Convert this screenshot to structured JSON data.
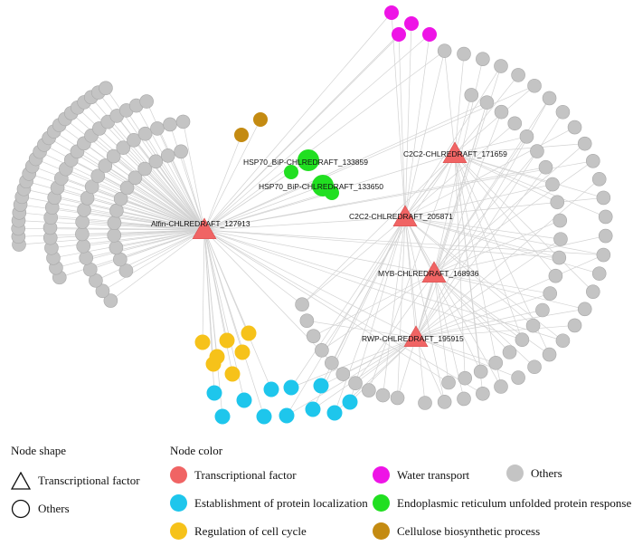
{
  "colors": {
    "edge": "#d2d2d2",
    "others": "#c4c4c4",
    "others_stroke": "#a8a8a8",
    "transcriptional_factor": "#f06464",
    "establishment_of_protein_localization": "#1ec6ec",
    "regulation_of_cell_cycle": "#f6c21a",
    "water_transport": "#ee14e6",
    "er_unfolded_protein_response": "#21df21",
    "cellulose_biosynthetic_process": "#c48b12"
  },
  "hub_labels": {
    "alfin": "Alfin-CHLREDRAFT_127913",
    "c2c2_205871": "C2C2-CHLREDRAFT_205871",
    "c2c2_171659": "C2C2-CHLREDRAFT_171659",
    "myb": "MYB-CHLREDRAFT_168936",
    "rwp": "RWP-CHLREDRAFT_195915",
    "hsp70_133859": "HSP70_BiP-CHLREDRAFT_133859",
    "hsp70_133650": "HSP70_BiP-CHLREDRAFT_133650"
  },
  "legend": {
    "shape_title": "Node shape",
    "shape_items": [
      {
        "label": "Transcriptional factor",
        "shape": "triangle"
      },
      {
        "label": "Others",
        "shape": "circle"
      }
    ],
    "color_title": "Node color",
    "color_items": [
      {
        "label": "Transcriptional factor",
        "color": "#f06464"
      },
      {
        "label": "Water transport",
        "color": "#ee14e6"
      },
      {
        "label": "Others",
        "color": "#c4c4c4"
      },
      {
        "label": "Establishment of protein localization",
        "color": "#1ec6ec"
      },
      {
        "label": "Endoplasmic reticulum unfolded protein response",
        "color": "#21df21"
      },
      {
        "label": "Regulation of cell cycle",
        "color": "#f6c21a"
      },
      {
        "label": "Cellulose biosynthetic process",
        "color": "#c48b12"
      }
    ]
  }
}
